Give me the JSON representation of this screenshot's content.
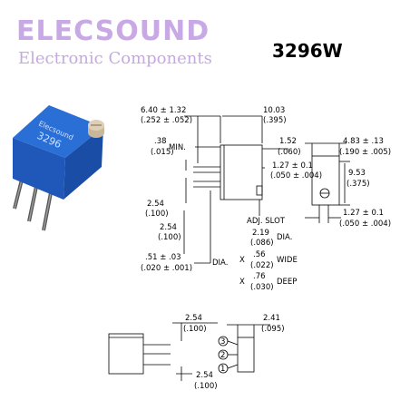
{
  "header": {
    "brand": "ELECSOUND",
    "brand_subtitle": "Electronic Components",
    "model": "3296W"
  },
  "photo": {
    "body_text_1": "Elecsound",
    "body_text_2": "3296",
    "body_color": "#2a6fd6",
    "screw_color": "#c9b79a"
  },
  "dims": {
    "top_width_a": "6.40 ± 1.32",
    "top_width_b": "(.252 ± .052)",
    "top_len_a": "10.03",
    "top_len_b": "(.395)",
    "min_a": ".38",
    "min_b": "(.015)",
    "min_label": "MIN.",
    "side_152_a": "1.52",
    "side_152_b": "(.060)",
    "pin_127_a": "1.27 ± 0.1",
    "pin_127_b": "(.050 ± .004)",
    "pitch1_a": "2.54",
    "pitch1_b": "(.100)",
    "pitch2_a": "2.54",
    "pitch2_b": "(.100)",
    "dia_a": ".51 ± .03",
    "dia_b": "(.020 ± .001)",
    "dia_label": "DIA.",
    "adj_slot": "ADJ. SLOT",
    "slot_dia_a": "2.19",
    "slot_dia_b": "(.086)",
    "slot_dia_label": "DIA.",
    "slot_wide_x": "X",
    "slot_wide_a": ".56",
    "slot_wide_b": "(.022)",
    "slot_wide_label": "WIDE",
    "slot_deep_x": "X",
    "slot_deep_a": ".76",
    "slot_deep_b": "(.030)",
    "slot_deep_label": "DEEP",
    "right_w_a": "4.83 ± .13",
    "right_w_b": "(.190 ± .005)",
    "right_h_a": "9.53",
    "right_h_b": "(.375)",
    "right_pin_a": "1.27 ± 0.1",
    "right_pin_b": "(.050 ± .004)",
    "bot_pitch1_a": "2.54",
    "bot_pitch1_b": "(.100)",
    "bot_pitch2_a": "2.54",
    "bot_pitch2_b": "(.100)",
    "bot_w_a": "2.41",
    "bot_w_b": "(.095)",
    "pin1": "1",
    "pin2": "2",
    "pin3": "3"
  }
}
